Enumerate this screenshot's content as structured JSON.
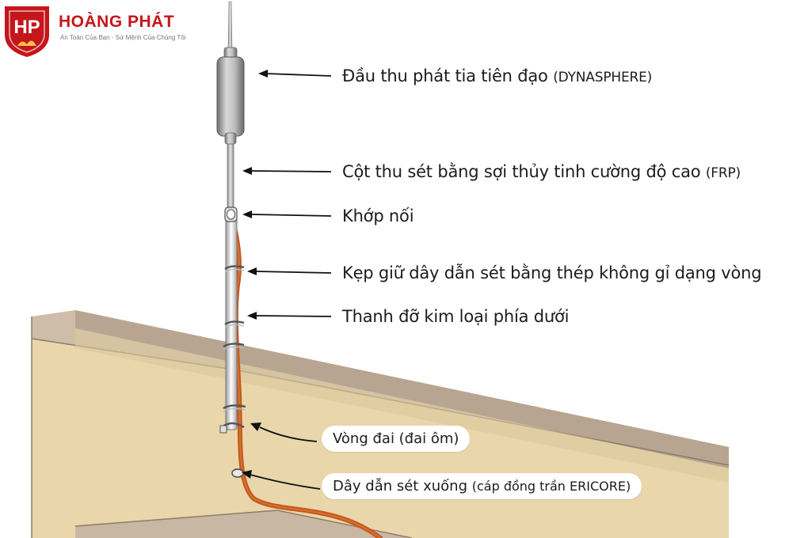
{
  "brand": {
    "name": "HOÀNG PHÁT",
    "tagline": "An Toàn Của Bạn - Sứ Mệnh Của Chúng Tôi",
    "logo_text": "HP",
    "color": "#c4161c"
  },
  "labels": [
    {
      "text": "Đầu thu phát tia tiên đạo",
      "note": "(DYNASPHERE)"
    },
    {
      "text": "Cột thu sét bằng sợi thủy tinh cường độ cao",
      "note": "(FRP)"
    },
    {
      "text": "Khớp nối",
      "note": ""
    },
    {
      "text": "Kẹp giữ dây dẫn sét bằng thép không gỉ dạng vòng",
      "note": ""
    },
    {
      "text": "Thanh đỡ kim loại phía dưới",
      "note": ""
    },
    {
      "text": "Vòng đai (đai ôm)",
      "note": ""
    },
    {
      "text": "Dây dẫn sét xuống",
      "note": "(cáp đồng trần ERICORE)"
    }
  ],
  "colors": {
    "wall": "#e8d4a8",
    "wall_shade": "#dcc49a",
    "parapet_top": "#c9b9a6",
    "roof_edge": "#b09a86",
    "cable": "#c55a1e",
    "metal": "#a9a9a9"
  }
}
